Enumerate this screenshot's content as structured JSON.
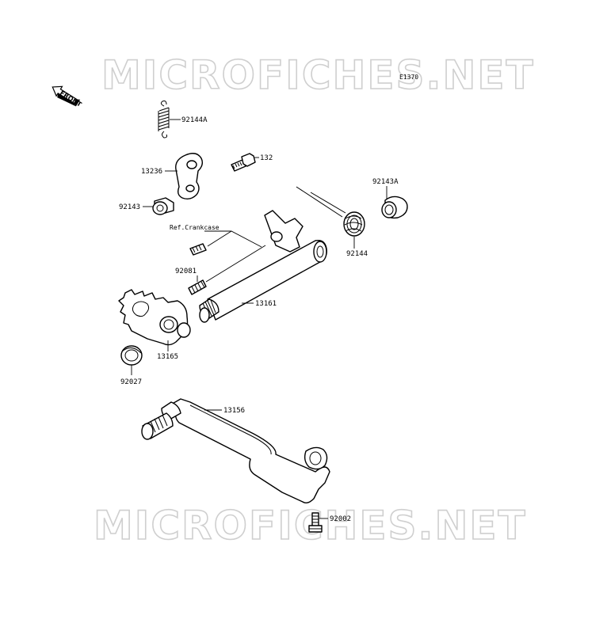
{
  "watermark": {
    "text": "MICROFICHES.NET"
  },
  "diagram_code": "E1370",
  "front_label": "FRONT",
  "parts": [
    {
      "id": "92144A",
      "label": "92144A"
    },
    {
      "id": "132",
      "label": "132"
    },
    {
      "id": "13236",
      "label": "13236"
    },
    {
      "id": "92143",
      "label": "92143"
    },
    {
      "id": "92143A",
      "label": "92143A"
    },
    {
      "id": "92144",
      "label": "92144"
    },
    {
      "id": "ref",
      "label": "Ref.Crankcase"
    },
    {
      "id": "92081",
      "label": "92081"
    },
    {
      "id": "13161",
      "label": "13161"
    },
    {
      "id": "13165",
      "label": "13165"
    },
    {
      "id": "92027",
      "label": "92027"
    },
    {
      "id": "13156",
      "label": "13156"
    },
    {
      "id": "92002",
      "label": "92002"
    }
  ]
}
